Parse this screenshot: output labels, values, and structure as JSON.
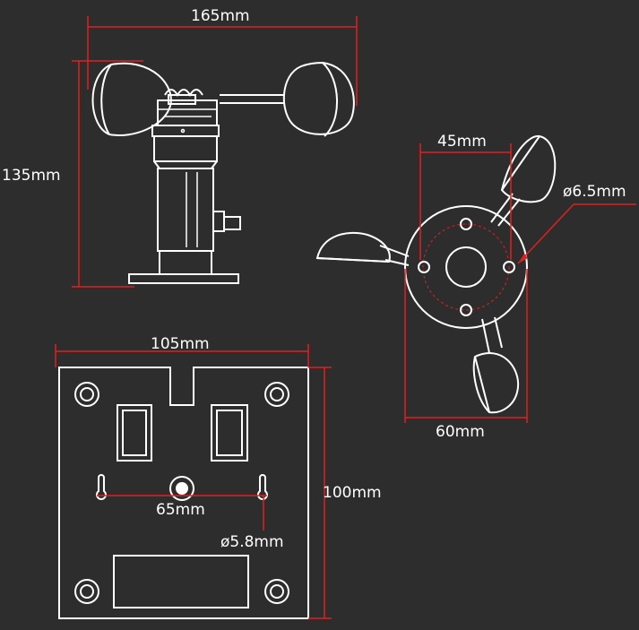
{
  "colors": {
    "background": "#2d2d2d",
    "outline": "#ffffff",
    "dimension": "#e02020"
  },
  "labels": {
    "side_width": "165mm",
    "side_height": "135mm",
    "top_hole_spacing": "45mm",
    "top_hole_diameter": "ø6.5mm",
    "top_flange_diameter": "60mm",
    "plate_width": "105mm",
    "plate_height": "100mm",
    "plate_slot_spacing": "65mm",
    "plate_slot_diameter": "ø5.8mm"
  }
}
